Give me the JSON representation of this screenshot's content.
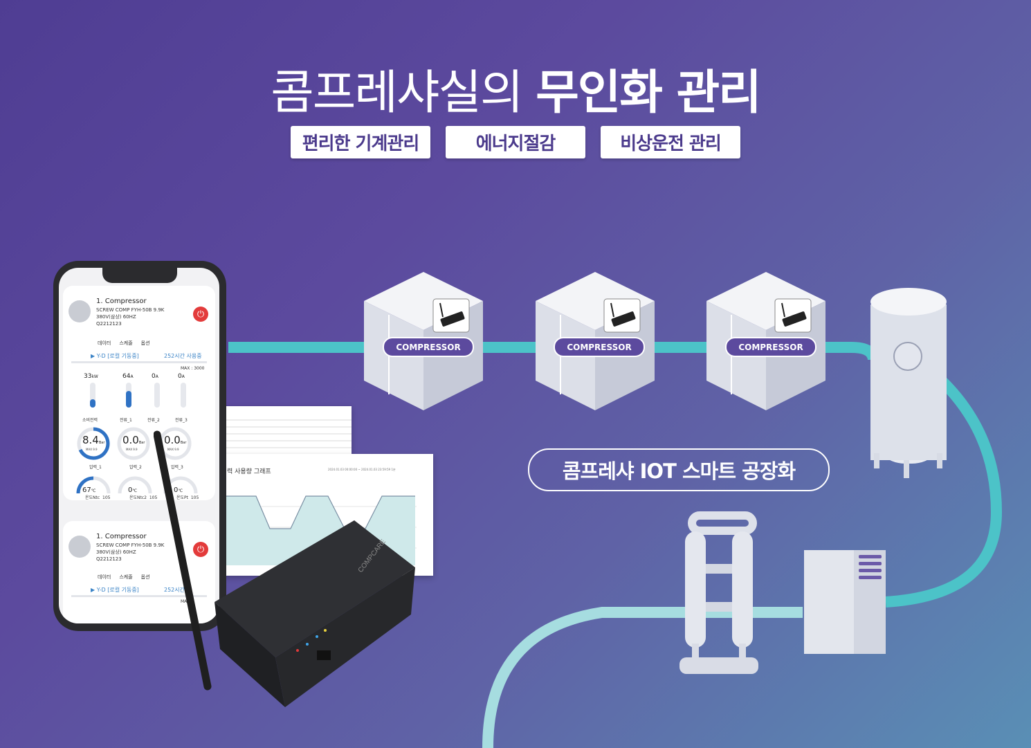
{
  "headline": {
    "light": "콤프레샤실의",
    "bold": "무인화 관리"
  },
  "features": [
    "편리한 기계관리",
    "에너지절감",
    "비상운전 관리"
  ],
  "compressor_label": "COMPRESSOR",
  "iot_label": "콤프레샤 IOT 스마트 공장화",
  "device_brand": "COMPCARE",
  "phone": {
    "cards": [
      {
        "name": "1. Compressor",
        "model": "SCREW COMP FYH-50B 9.9K",
        "power_spec": "380V(삼상) 60HZ",
        "serial": "Q2212123",
        "tabs": [
          "데이터",
          "스케줄",
          "옵션"
        ],
        "mode": "▶ Y-D [로컬 기동중]",
        "usage": "252시간 사용중",
        "max": "MAX : 3000",
        "bars": [
          {
            "value": "33",
            "unit": "kW",
            "max": "100",
            "min": "0",
            "label": "소비전력"
          },
          {
            "value": "64",
            "unit": "A",
            "max": "95",
            "min": "0",
            "label": "전류_1"
          },
          {
            "value": "0",
            "unit": "A",
            "max": "95",
            "min": "0",
            "label": "전류_2"
          },
          {
            "value": "0",
            "unit": "A",
            "max": "95",
            "min": "0",
            "label": "전류_3"
          }
        ],
        "pressures": [
          {
            "value": "8.4",
            "unit": "Bar",
            "max": "MAX 9.9",
            "label": "압력_1"
          },
          {
            "value": "0.0",
            "unit": "Bar",
            "max": "MAX 9.9",
            "label": "압력_2"
          },
          {
            "value": "0.0",
            "unit": "Bar",
            "max": "MAX 9.9",
            "label": "압력_3"
          }
        ],
        "temps": [
          {
            "value": "67",
            "unit": "℃",
            "label": "온도Ntc",
            "max": "105"
          },
          {
            "value": "0",
            "unit": "℃",
            "label": "온도Ntc2",
            "max": "105"
          },
          {
            "value": "0",
            "unit": "℃",
            "label": "온도Pt",
            "max": "105"
          }
        ]
      },
      {
        "name": "1. Compressor",
        "model": "SCREW COMP FYH-50B 9.9K",
        "power_spec": "380V(삼상) 60HZ",
        "serial": "Q2212123",
        "tabs": [
          "데이터",
          "스케줄",
          "옵션"
        ],
        "mode": "▶ Y-D [로컬 기동중]",
        "usage": "252시간",
        "max": "MA"
      }
    ]
  },
  "graph": {
    "title": "력 사용량 그래프",
    "range": "2024.01.03 00:00:00 ~ 2024.01.03 23:59:59 1분"
  },
  "colors": {
    "pipe": "#4cc3c8",
    "accent": "#4b3a8c"
  }
}
